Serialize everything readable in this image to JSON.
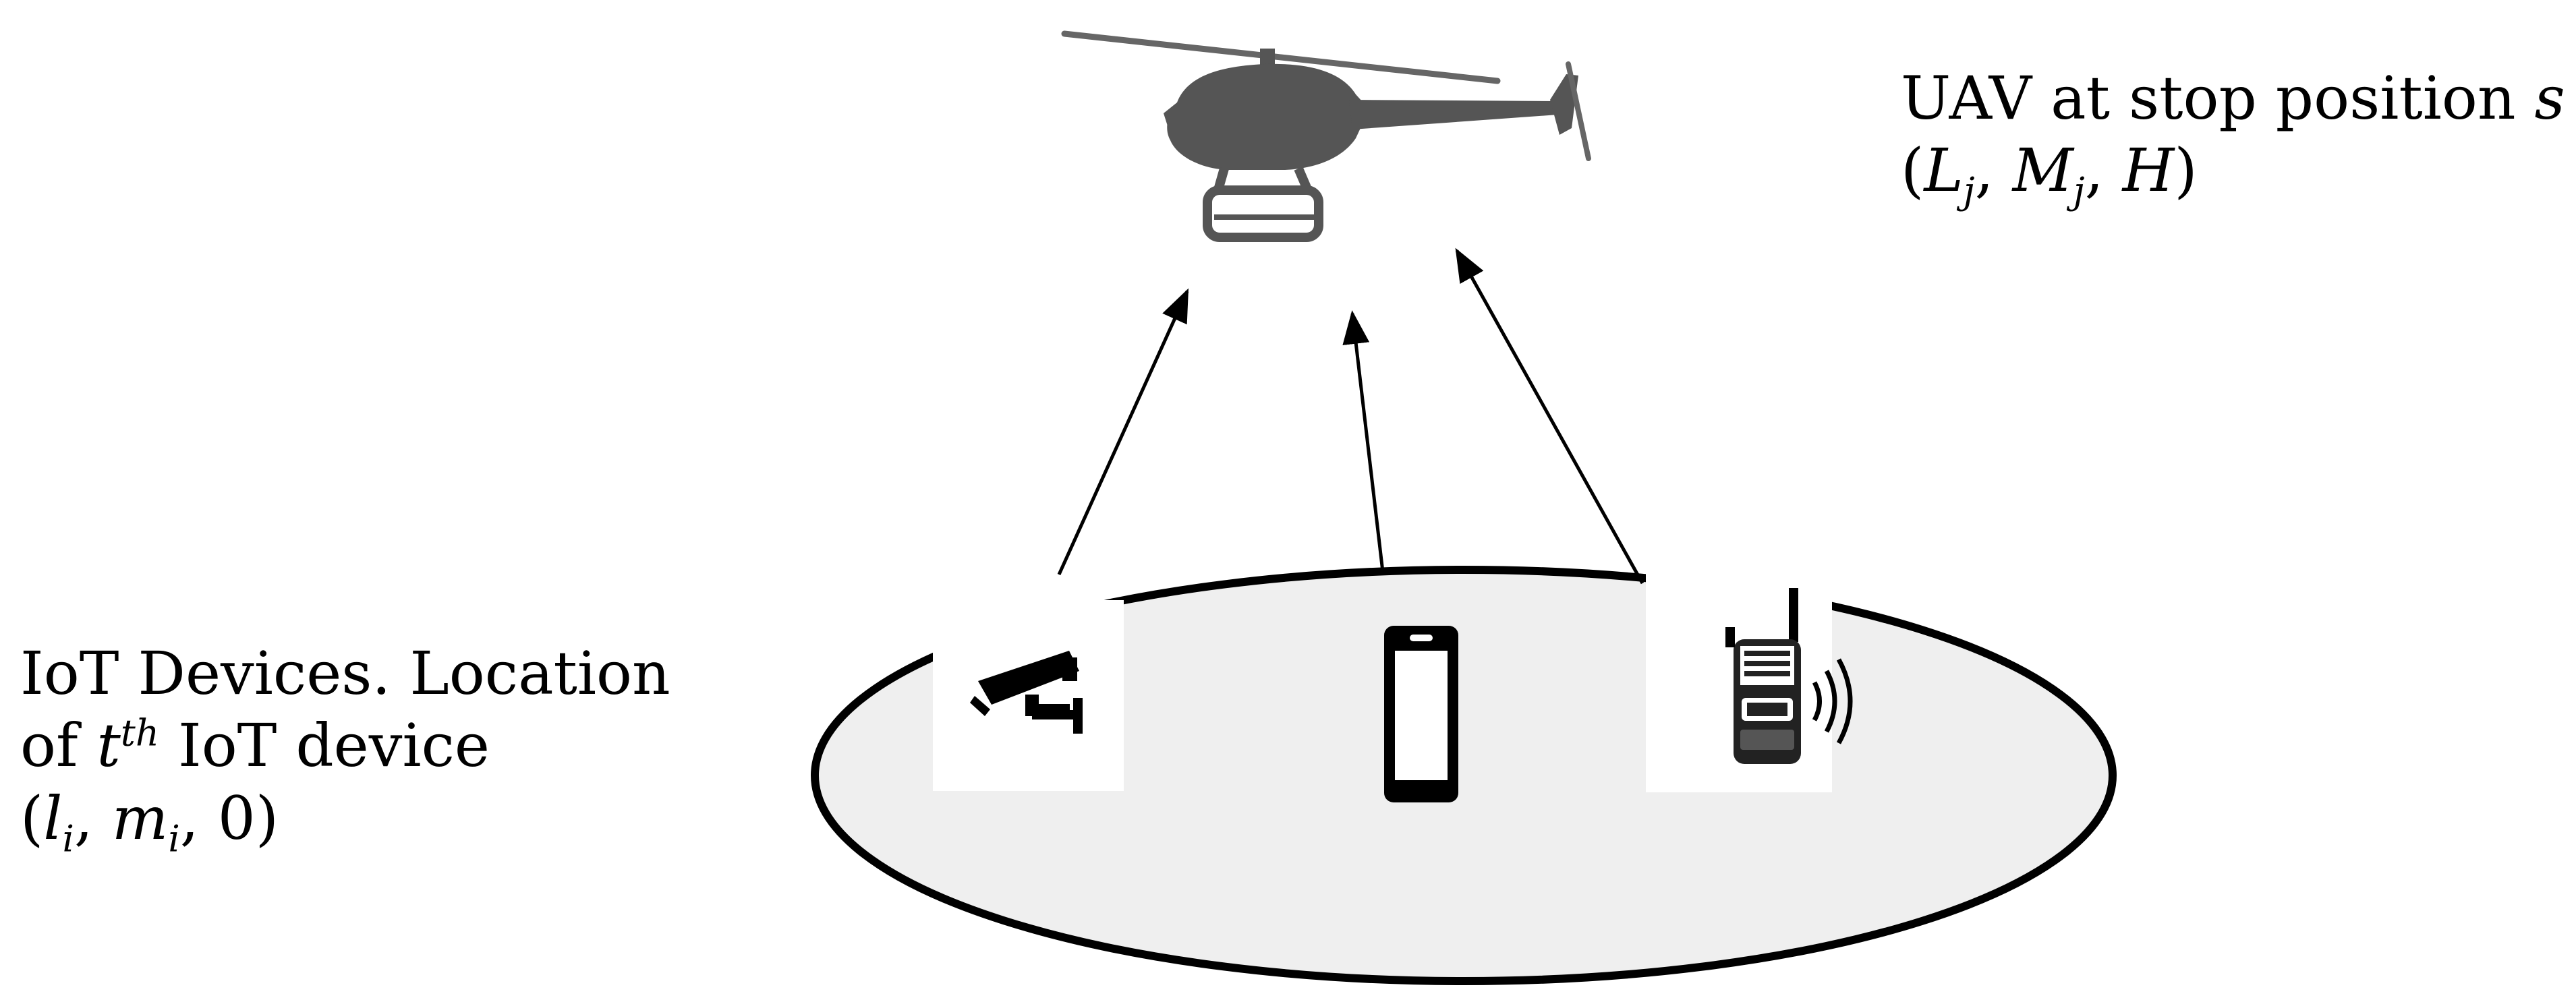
{
  "uav": {
    "caption": "UAV at stop position",
    "caption_symbol": "s",
    "coords_open": "(",
    "coord_1": "L",
    "coord_1_sub": "j",
    "sep_1": ", ",
    "coord_2": "M",
    "coord_2_sub": "j",
    "sep_2": ", ",
    "coord_3": "H",
    "coords_close": ")"
  },
  "iot": {
    "line1": "IoT Devices. Location",
    "line2_prefix": "of ",
    "line2_symbol": "t",
    "line2_sup": "th",
    "line2_suffix": " IoT device",
    "coords_open": "(",
    "coord_1": "l",
    "coord_1_sub": "i",
    "sep_1": ", ",
    "coord_2": "m",
    "coord_2_sub": "i",
    "sep_2": ", ",
    "coord_3": "0",
    "coords_close": ")"
  },
  "devices": [
    {
      "icon": "surveillance-camera-icon"
    },
    {
      "icon": "smartphone-icon"
    },
    {
      "icon": "walkie-talkie-icon"
    }
  ],
  "colors": {
    "ground_fill": "#efefef",
    "uav_body": "#555555",
    "stroke": "#000000"
  }
}
